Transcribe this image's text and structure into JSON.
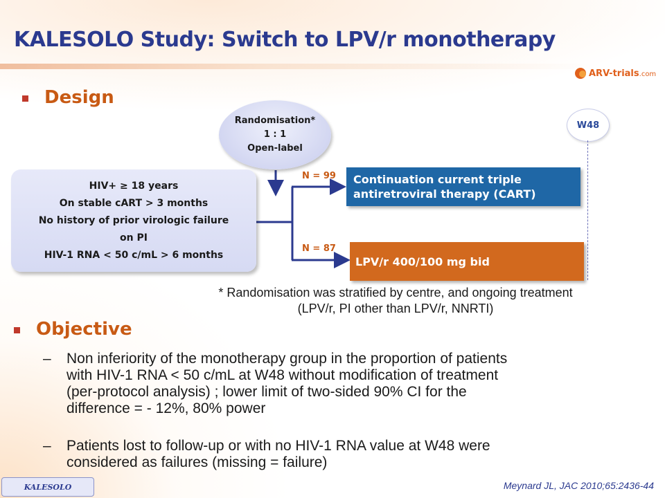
{
  "title": "KALESOLO Study: Switch to LPV/r monotherapy",
  "logo": {
    "name": "ARV-trials",
    "suffix": ".com"
  },
  "design": {
    "heading": "Design",
    "randomisation": [
      "Randomisation*",
      "1 : 1",
      "Open-label"
    ],
    "timepoint": "W48",
    "criteria": [
      "HIV+ ≥ 18 years",
      "On stable cART > 3 months",
      "No history of prior virologic failure",
      "on PI",
      "HIV-1 RNA < 50 c/mL > 6 months"
    ],
    "arms": [
      {
        "n": "N = 99",
        "lines": [
          "Continuation current triple",
          "antiretroviral therapy (CART)"
        ],
        "color": "#1f67a6"
      },
      {
        "n": "N = 87",
        "lines": [
          "LPV/r 400/100 mg bid"
        ],
        "color": "#d2691e"
      }
    ],
    "footnote": [
      "* Randomisation was stratified by centre, and ongoing treatment",
      "(LPV/r, PI other than LPV/r, NNRTI)"
    ]
  },
  "objective": {
    "heading": "Objective",
    "items": [
      {
        "dash": "–",
        "lines": [
          "Non inferiority of the monotherapy group in the proportion of patients",
          "with HIV-1 RNA < 50 c/mL at W48 without modification of treatment",
          "(per-protocol analysis) ; lower limit of two-sided 90% CI for the",
          "difference = - 12%, 80% power"
        ]
      },
      {
        "dash": "–",
        "lines": [
          "Patients lost to follow-up or with no HIV-1 RNA value at W48 were",
          "considered as failures (missing = failure)"
        ]
      }
    ]
  },
  "footer": {
    "study_tag": "KALESOLO",
    "citation": "Meynard JL, JAC 2010;65:2436-44"
  },
  "colors": {
    "title": "#2b3a8f",
    "heading": "#c85a14",
    "connector": "#2b3a8f"
  }
}
